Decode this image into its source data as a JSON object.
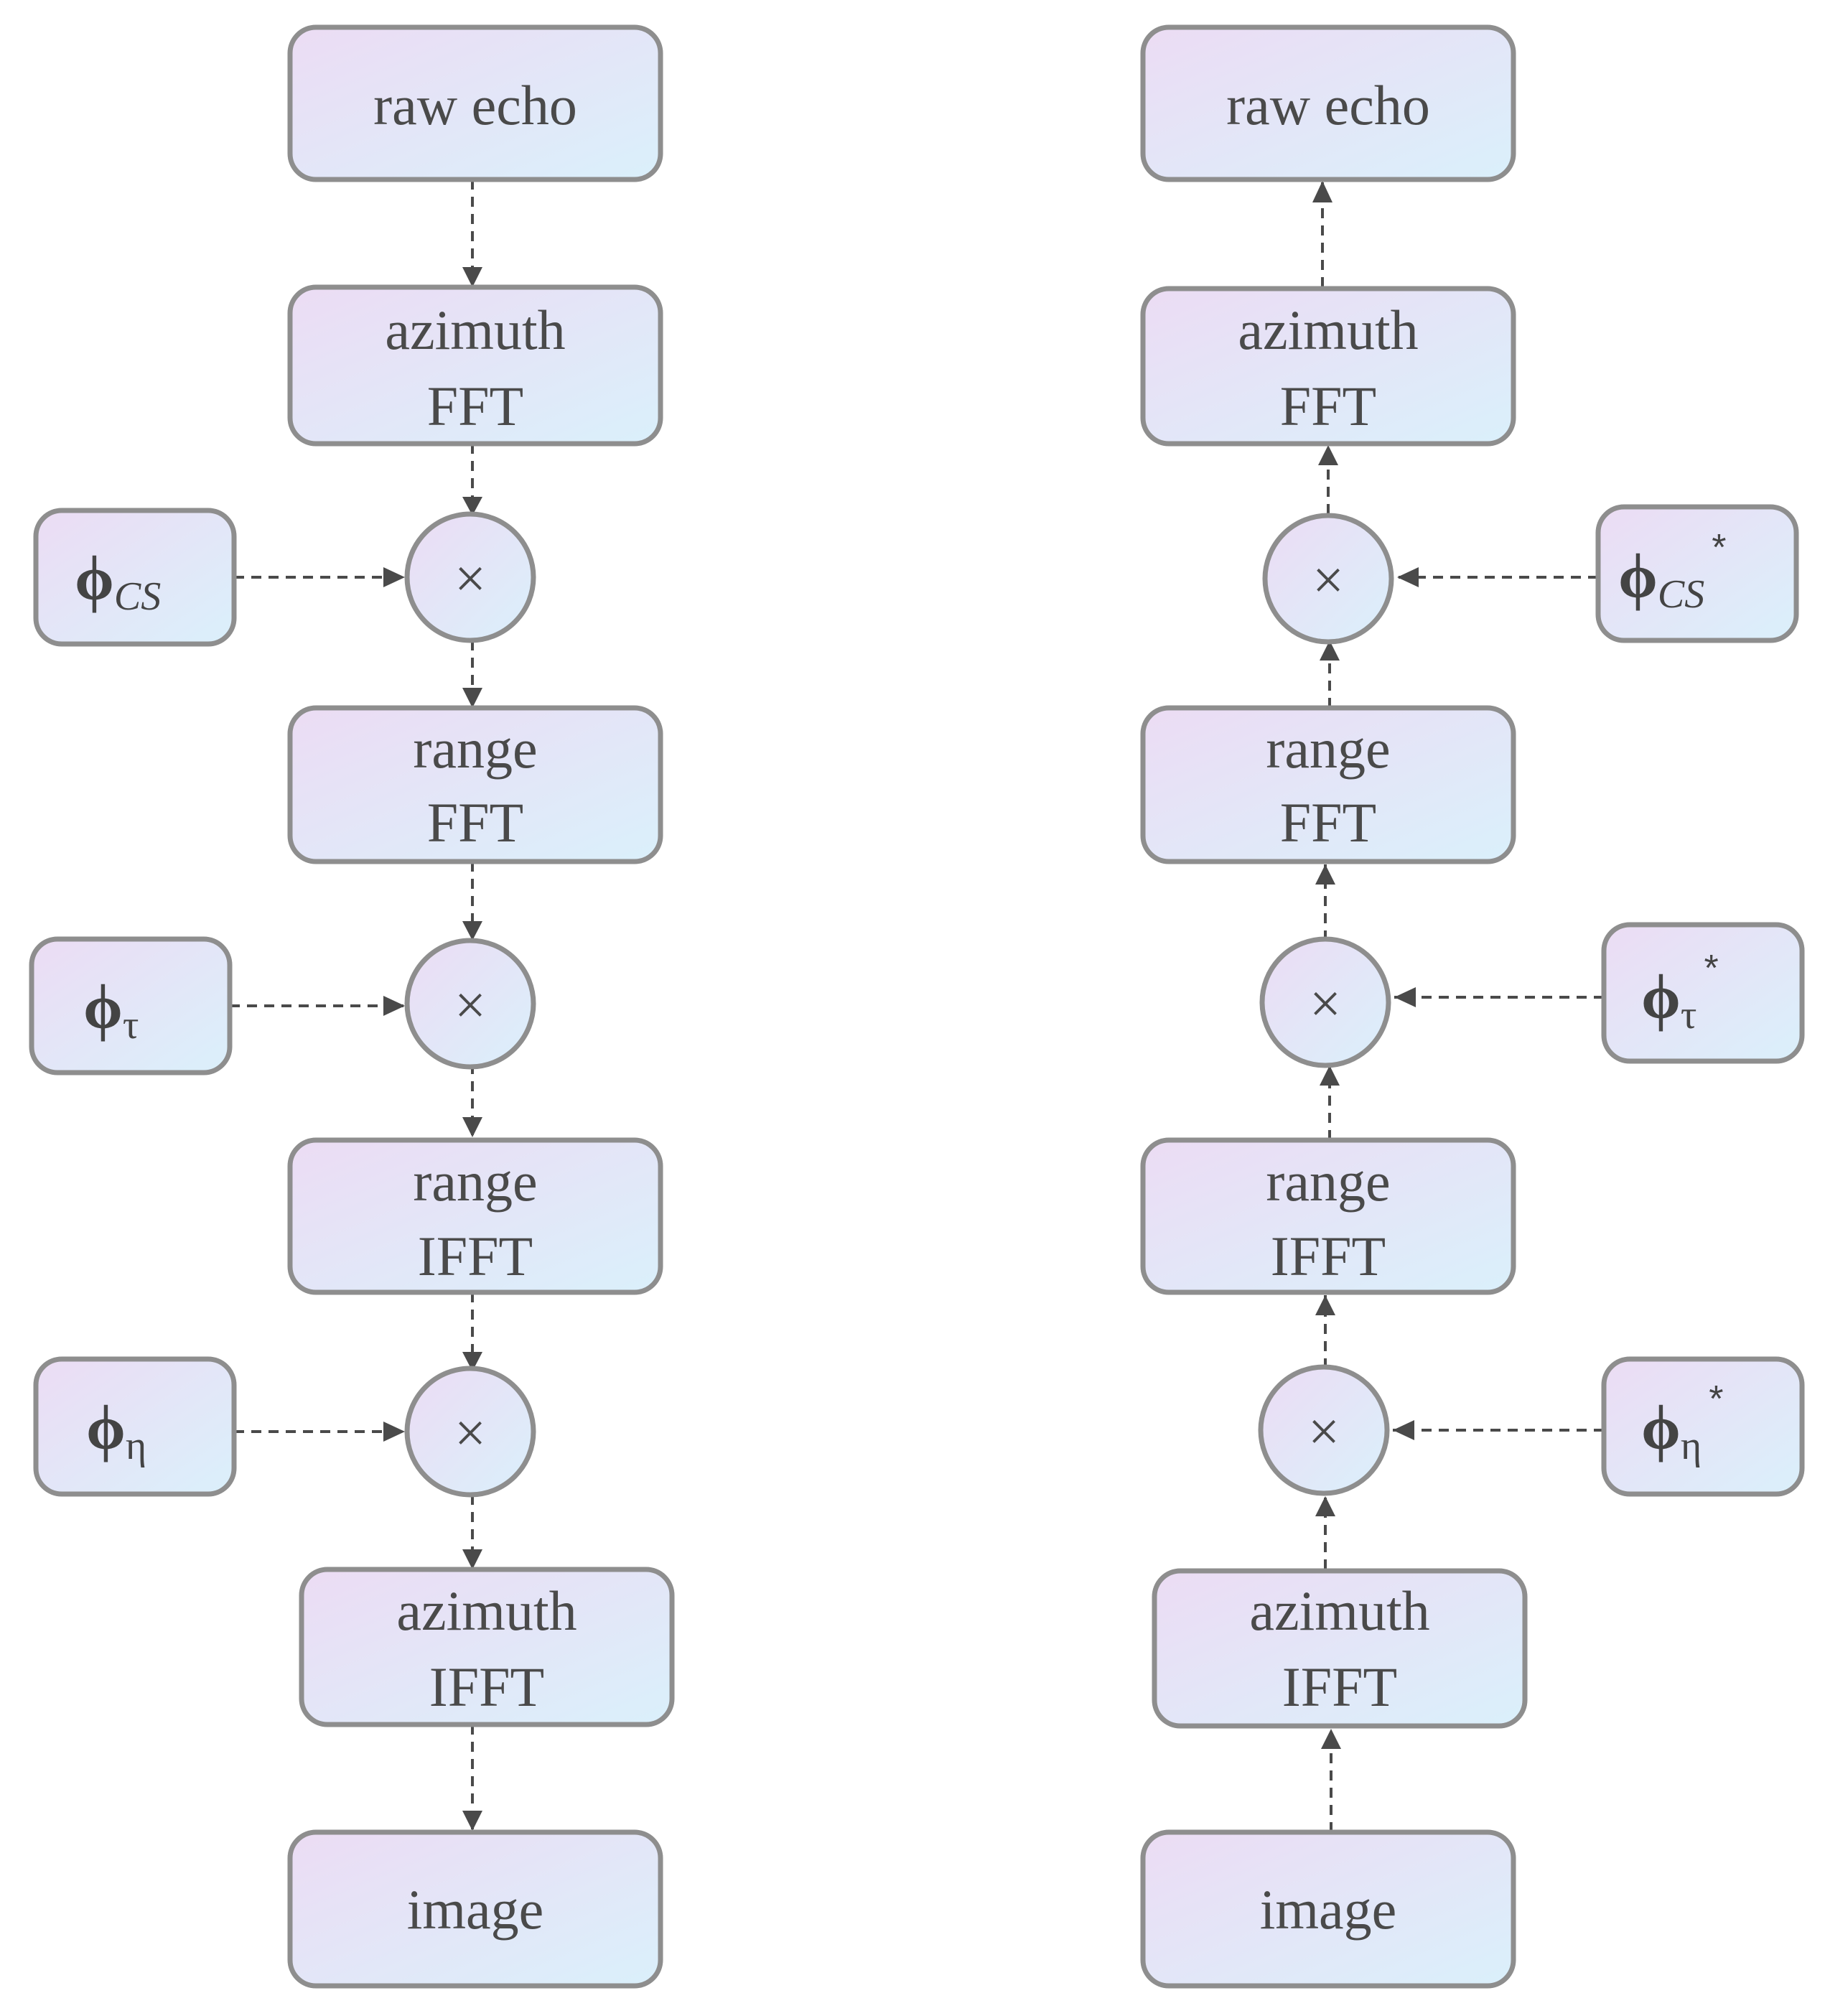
{
  "colors": {
    "box_border": "#8e8e8e",
    "gradient_start": "#ecdcf4",
    "gradient_end": "#daf0fb",
    "arrow": "#4a4a4a",
    "text": "#4a4a4a"
  },
  "left_chain": {
    "boxes": [
      {
        "lines": [
          "raw echo"
        ]
      },
      {
        "lines": [
          "azimuth",
          "FFT"
        ]
      },
      {
        "lines": [
          "range",
          "FFT"
        ]
      },
      {
        "lines": [
          "range",
          "IFFT"
        ]
      },
      {
        "lines": [
          "azimuth",
          "IFFT"
        ]
      },
      {
        "lines": [
          "image"
        ]
      }
    ],
    "multipliers": [
      "×",
      "×",
      "×"
    ],
    "phases": [
      {
        "symbol": "ϕ",
        "sub": "CS",
        "sup": ""
      },
      {
        "symbol": "ϕ",
        "sub": "τ",
        "sup": ""
      },
      {
        "symbol": "ϕ",
        "sub": "η",
        "sup": ""
      }
    ]
  },
  "right_chain": {
    "boxes": [
      {
        "lines": [
          "raw echo"
        ]
      },
      {
        "lines": [
          "azimuth",
          "FFT"
        ]
      },
      {
        "lines": [
          "range",
          "FFT"
        ]
      },
      {
        "lines": [
          "range",
          "IFFT"
        ]
      },
      {
        "lines": [
          "azimuth",
          "IFFT"
        ]
      },
      {
        "lines": [
          "image"
        ]
      }
    ],
    "multipliers": [
      "×",
      "×",
      "×"
    ],
    "phases": [
      {
        "symbol": "ϕ",
        "sub": "CS",
        "sup": "*"
      },
      {
        "symbol": "ϕ",
        "sub": "τ",
        "sup": "*"
      },
      {
        "symbol": "ϕ",
        "sub": "η",
        "sup": "*"
      }
    ]
  }
}
